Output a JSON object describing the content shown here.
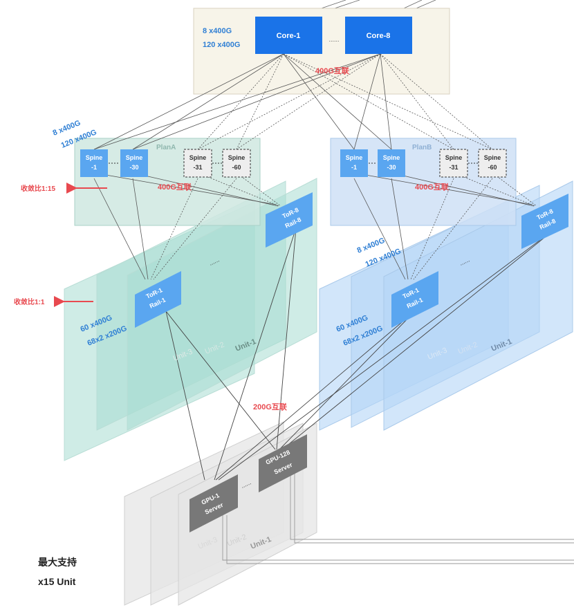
{
  "core": {
    "bw_line1": "8 x400G",
    "bw_line2": "120 x400G",
    "switch_left": "Core-1",
    "switch_right": "Core-8",
    "ellipsis": "......",
    "interconnect": "400G互联"
  },
  "spine_uplink": {
    "line1": "8 x400G",
    "line2": "120 x400G"
  },
  "plane_a": {
    "name": "PlanA",
    "spines": [
      {
        "line1": "Spine",
        "line2": "-1"
      },
      {
        "line1": "Spine",
        "line2": "-30"
      },
      {
        "line1": "Spine",
        "line2": "-31"
      },
      {
        "line1": "Spine",
        "line2": "-60"
      }
    ],
    "interconnect": "400G互联",
    "convergence": "收敛比1:15",
    "tor_top": {
      "line1": "ToR-8",
      "line2": "Rail-8"
    },
    "tor_main": {
      "line1": "ToR-1",
      "line2": "Rail-1"
    },
    "tor_ellipsis": "......",
    "convergence_tor": "收敛比1:1",
    "tor_bw_line1": "60 x400G",
    "tor_bw_line2": "68x2 x200G",
    "units": [
      "Unit-3",
      "Unit-2",
      "Unit-1"
    ]
  },
  "plane_b": {
    "name": "PlanB",
    "spines": [
      {
        "line1": "Spine",
        "line2": "-1"
      },
      {
        "line1": "Spine",
        "line2": "-30"
      },
      {
        "line1": "Spine",
        "line2": "-31"
      },
      {
        "line1": "Spine",
        "line2": "-60"
      }
    ],
    "interconnect": "400G互联",
    "tor_top": {
      "line1": "ToR-8",
      "line2": "Rail-8"
    },
    "tor_main": {
      "line1": "ToR-1",
      "line2": "Rail-1"
    },
    "tor_ellipsis": "......",
    "uplink_line1": "8 x400G",
    "uplink_line2": "120 x400G",
    "tor_bw_line1": "60 x400G",
    "tor_bw_line2": "68x2 x200G",
    "units": [
      "Unit-3",
      "Unit-2",
      "Unit-1"
    ]
  },
  "server": {
    "interconnect": "200G互联",
    "gpu_first": {
      "line1": "GPU-1",
      "line2": "Server"
    },
    "gpu_last": {
      "line1": "GPU-128",
      "line2": "Server"
    },
    "ellipsis": "......",
    "units": [
      "Unit-3",
      "Unit-2",
      "Unit-1"
    ]
  },
  "footer": {
    "line1": "最大支持",
    "line2": "x15 Unit"
  },
  "colors": {
    "core_bg": "#f7f4e9",
    "core_switch": "#1a73e8",
    "plane_a_bg": "#cfe7e1",
    "plane_a_sheet": "#a8dcd1",
    "plane_b_bg": "#cfe1f6",
    "plane_b_sheet": "#b4d5f7",
    "node_blue": "#5aa6f0",
    "server_sheet": "#e6e6e6",
    "gpu": "#787878",
    "label_blue": "#2f7fd4",
    "label_red": "#e8494f"
  }
}
